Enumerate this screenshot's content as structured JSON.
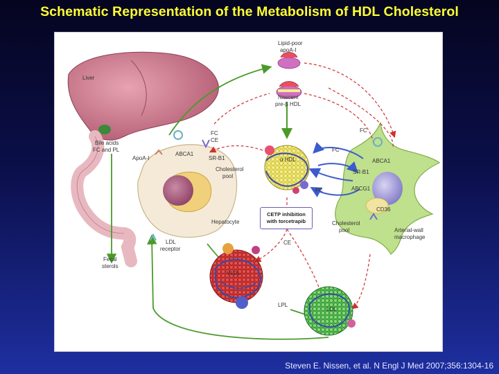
{
  "title": "Schematic Representation of the Metabolism of HDL Cholesterol",
  "citation": "Steven E. Nissen, et al. N Engl J Med 2007;356:1304-16",
  "colors": {
    "title": "#ffff33",
    "green_arrow": "#4a9a2a",
    "red_dashed": "#d03030",
    "blue_arrow": "#3a5ccc"
  },
  "labels": {
    "liver": "Liver",
    "bile_acids": "Bile acids",
    "fc_and_pl": "FC and PL",
    "apoa1_left": "ApoA-I",
    "abca1_left": "ABCA1",
    "srb1_left": "SR-B1",
    "fc_top": "FC",
    "ce_top": "CE",
    "cholesterol_pool_left_1": "Cholesterol",
    "cholesterol_pool_left_2": "pool",
    "hepatocyte": "Hepatocyte",
    "ldl_receptor_1": "LDL",
    "ldl_receptor_2": "receptor",
    "fecal_sterols_1": "Fecal",
    "fecal_sterols_2": "sterols",
    "lipid_poor_1": "Lipid-poor",
    "lipid_poor_2": "apoA-I",
    "nascent_1": "Nascent",
    "nascent_2": "pre-β HDL",
    "alpha_hdl": "α HDL",
    "fc_right_top": "FC",
    "fc_right_mid": "FC",
    "fc_right_low": "FC",
    "abca1_right": "ABCA1",
    "srb1_right": "SR-B1",
    "abcg1_right": "ABCG1",
    "cd36": "CD36",
    "cholesterol_pool_right_1": "Cholesterol",
    "cholesterol_pool_right_2": "pool",
    "macrophage_1": "Arterial-wall",
    "macrophage_2": "macrophage",
    "cetp_1": "CETP inhibition",
    "cetp_2": "with torcetrapib",
    "ce_mid": "CE",
    "vldl": "VLDL",
    "ldl": "LDL",
    "lpl": "LPL"
  }
}
